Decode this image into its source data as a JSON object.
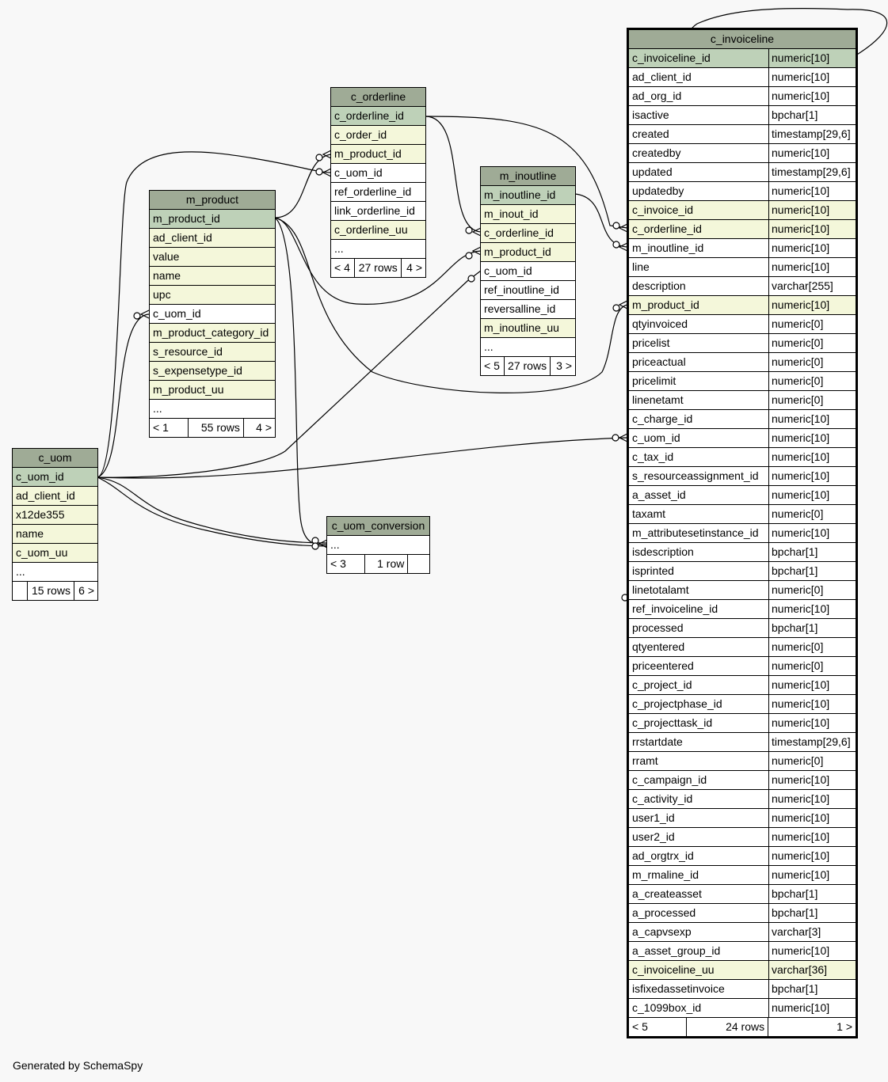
{
  "footer": "Generated by SchemaSpy",
  "colors": {
    "header": "#9fab96",
    "primary_key": "#bed1b8",
    "foreign_key": "#f4f7da",
    "plain": "#ffffff",
    "background": "#f8f8f8"
  },
  "tables": {
    "c_invoiceline": {
      "name": "c_invoiceline",
      "columns": [
        {
          "name": "c_invoiceline_id",
          "type": "numeric[10]",
          "kind": "pk"
        },
        {
          "name": "ad_client_id",
          "type": "numeric[10]",
          "kind": "plain"
        },
        {
          "name": "ad_org_id",
          "type": "numeric[10]",
          "kind": "plain"
        },
        {
          "name": "isactive",
          "type": "bpchar[1]",
          "kind": "plain"
        },
        {
          "name": "created",
          "type": "timestamp[29,6]",
          "kind": "plain"
        },
        {
          "name": "createdby",
          "type": "numeric[10]",
          "kind": "plain"
        },
        {
          "name": "updated",
          "type": "timestamp[29,6]",
          "kind": "plain"
        },
        {
          "name": "updatedby",
          "type": "numeric[10]",
          "kind": "plain"
        },
        {
          "name": "c_invoice_id",
          "type": "numeric[10]",
          "kind": "fk"
        },
        {
          "name": "c_orderline_id",
          "type": "numeric[10]",
          "kind": "fk"
        },
        {
          "name": "m_inoutline_id",
          "type": "numeric[10]",
          "kind": "plain"
        },
        {
          "name": "line",
          "type": "numeric[10]",
          "kind": "plain"
        },
        {
          "name": "description",
          "type": "varchar[255]",
          "kind": "plain"
        },
        {
          "name": "m_product_id",
          "type": "numeric[10]",
          "kind": "fk"
        },
        {
          "name": "qtyinvoiced",
          "type": "numeric[0]",
          "kind": "plain"
        },
        {
          "name": "pricelist",
          "type": "numeric[0]",
          "kind": "plain"
        },
        {
          "name": "priceactual",
          "type": "numeric[0]",
          "kind": "plain"
        },
        {
          "name": "pricelimit",
          "type": "numeric[0]",
          "kind": "plain"
        },
        {
          "name": "linenetamt",
          "type": "numeric[0]",
          "kind": "plain"
        },
        {
          "name": "c_charge_id",
          "type": "numeric[10]",
          "kind": "plain"
        },
        {
          "name": "c_uom_id",
          "type": "numeric[10]",
          "kind": "plain"
        },
        {
          "name": "c_tax_id",
          "type": "numeric[10]",
          "kind": "plain"
        },
        {
          "name": "s_resourceassignment_id",
          "type": "numeric[10]",
          "kind": "plain"
        },
        {
          "name": "a_asset_id",
          "type": "numeric[10]",
          "kind": "plain"
        },
        {
          "name": "taxamt",
          "type": "numeric[0]",
          "kind": "plain"
        },
        {
          "name": "m_attributesetinstance_id",
          "type": "numeric[10]",
          "kind": "plain"
        },
        {
          "name": "isdescription",
          "type": "bpchar[1]",
          "kind": "plain"
        },
        {
          "name": "isprinted",
          "type": "bpchar[1]",
          "kind": "plain"
        },
        {
          "name": "linetotalamt",
          "type": "numeric[0]",
          "kind": "plain"
        },
        {
          "name": "ref_invoiceline_id",
          "type": "numeric[10]",
          "kind": "plain"
        },
        {
          "name": "processed",
          "type": "bpchar[1]",
          "kind": "plain"
        },
        {
          "name": "qtyentered",
          "type": "numeric[0]",
          "kind": "plain"
        },
        {
          "name": "priceentered",
          "type": "numeric[0]",
          "kind": "plain"
        },
        {
          "name": "c_project_id",
          "type": "numeric[10]",
          "kind": "plain"
        },
        {
          "name": "c_projectphase_id",
          "type": "numeric[10]",
          "kind": "plain"
        },
        {
          "name": "c_projecttask_id",
          "type": "numeric[10]",
          "kind": "plain"
        },
        {
          "name": "rrstartdate",
          "type": "timestamp[29,6]",
          "kind": "plain"
        },
        {
          "name": "rramt",
          "type": "numeric[0]",
          "kind": "plain"
        },
        {
          "name": "c_campaign_id",
          "type": "numeric[10]",
          "kind": "plain"
        },
        {
          "name": "c_activity_id",
          "type": "numeric[10]",
          "kind": "plain"
        },
        {
          "name": "user1_id",
          "type": "numeric[10]",
          "kind": "plain"
        },
        {
          "name": "user2_id",
          "type": "numeric[10]",
          "kind": "plain"
        },
        {
          "name": "ad_orgtrx_id",
          "type": "numeric[10]",
          "kind": "plain"
        },
        {
          "name": "m_rmaline_id",
          "type": "numeric[10]",
          "kind": "plain"
        },
        {
          "name": "a_createasset",
          "type": "bpchar[1]",
          "kind": "plain"
        },
        {
          "name": "a_processed",
          "type": "bpchar[1]",
          "kind": "plain"
        },
        {
          "name": "a_capvsexp",
          "type": "varchar[3]",
          "kind": "plain"
        },
        {
          "name": "a_asset_group_id",
          "type": "numeric[10]",
          "kind": "plain"
        },
        {
          "name": "c_invoiceline_uu",
          "type": "varchar[36]",
          "kind": "fk"
        },
        {
          "name": "isfixedassetinvoice",
          "type": "bpchar[1]",
          "kind": "plain"
        },
        {
          "name": "c_1099box_id",
          "type": "numeric[10]",
          "kind": "plain"
        }
      ],
      "footer": {
        "parents": "< 5",
        "rows": "24 rows",
        "children": "1 >"
      }
    },
    "c_orderline": {
      "name": "c_orderline",
      "columns": [
        {
          "name": "c_orderline_id",
          "kind": "pk"
        },
        {
          "name": "c_order_id",
          "kind": "fk"
        },
        {
          "name": "m_product_id",
          "kind": "fk"
        },
        {
          "name": "c_uom_id",
          "kind": "plain"
        },
        {
          "name": "ref_orderline_id",
          "kind": "plain"
        },
        {
          "name": "link_orderline_id",
          "kind": "plain"
        },
        {
          "name": "c_orderline_uu",
          "kind": "fk"
        },
        {
          "name": "...",
          "kind": "plain"
        }
      ],
      "footer": {
        "parents": "< 4",
        "rows": "27 rows",
        "children": "4 >"
      }
    },
    "m_inoutline": {
      "name": "m_inoutline",
      "columns": [
        {
          "name": "m_inoutline_id",
          "kind": "pk"
        },
        {
          "name": "m_inout_id",
          "kind": "fk"
        },
        {
          "name": "c_orderline_id",
          "kind": "fk"
        },
        {
          "name": "m_product_id",
          "kind": "fk"
        },
        {
          "name": "c_uom_id",
          "kind": "plain"
        },
        {
          "name": "ref_inoutline_id",
          "kind": "plain"
        },
        {
          "name": "reversalline_id",
          "kind": "plain"
        },
        {
          "name": "m_inoutline_uu",
          "kind": "fk"
        },
        {
          "name": "...",
          "kind": "plain"
        }
      ],
      "footer": {
        "parents": "< 5",
        "rows": "27 rows",
        "children": "3 >"
      }
    },
    "m_product": {
      "name": "m_product",
      "columns": [
        {
          "name": "m_product_id",
          "kind": "pk"
        },
        {
          "name": "ad_client_id",
          "kind": "fk"
        },
        {
          "name": "value",
          "kind": "fk"
        },
        {
          "name": "name",
          "kind": "fk"
        },
        {
          "name": "upc",
          "kind": "fk"
        },
        {
          "name": "c_uom_id",
          "kind": "plain"
        },
        {
          "name": "m_product_category_id",
          "kind": "fk"
        },
        {
          "name": "s_resource_id",
          "kind": "fk"
        },
        {
          "name": "s_expensetype_id",
          "kind": "fk"
        },
        {
          "name": "m_product_uu",
          "kind": "fk"
        },
        {
          "name": "...",
          "kind": "plain"
        }
      ],
      "footer": {
        "parents": "< 1",
        "rows": "55 rows",
        "children": "4 >"
      }
    },
    "c_uom": {
      "name": "c_uom",
      "columns": [
        {
          "name": "c_uom_id",
          "kind": "pk"
        },
        {
          "name": "ad_client_id",
          "kind": "fk"
        },
        {
          "name": "x12de355",
          "kind": "fk"
        },
        {
          "name": "name",
          "kind": "fk"
        },
        {
          "name": "c_uom_uu",
          "kind": "fk"
        },
        {
          "name": "...",
          "kind": "plain"
        }
      ],
      "footer": {
        "parents": "",
        "rows": "15 rows",
        "children": "6 >"
      }
    },
    "c_uom_conversion": {
      "name": "c_uom_conversion",
      "columns": [
        {
          "name": "...",
          "kind": "plain"
        }
      ],
      "footer": {
        "parents": "< 3",
        "rows": "1 row",
        "children": ""
      }
    }
  }
}
